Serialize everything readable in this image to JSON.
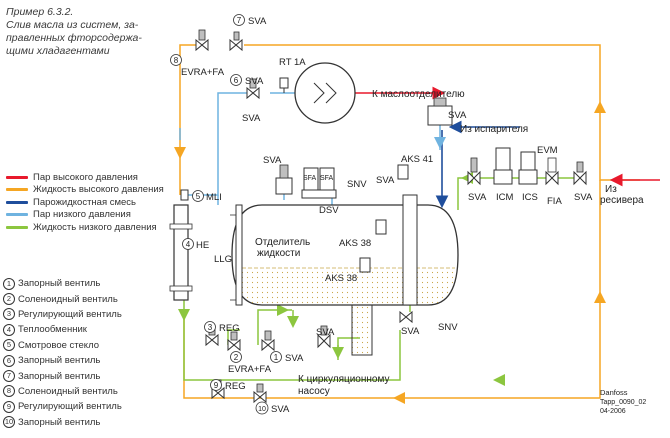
{
  "caption": {
    "line1": "Пример 6.3.2.",
    "line2": "Слив масла из систем, за-",
    "line3": "правленных фторсодержа-",
    "line4": "щими хладагентами"
  },
  "legend": [
    {
      "label": "Пар высокого давления",
      "color": "#e8192c"
    },
    {
      "label": "Жидкость высокого давления",
      "color": "#f5a623"
    },
    {
      "label": "Парожидкостная смесь",
      "color": "#1f4e9c"
    },
    {
      "label": "Пар низкого давления",
      "color": "#6fb3e0"
    },
    {
      "label": "Жидкость низкого давления",
      "color": "#8cc63f"
    }
  ],
  "parts": [
    {
      "num": "1",
      "label": "Запорный вентиль"
    },
    {
      "num": "2",
      "label": "Соленоидный вентиль"
    },
    {
      "num": "3",
      "label": "Регулирующий вентиль"
    },
    {
      "num": "4",
      "label": "Теплообменник"
    },
    {
      "num": "5",
      "label": "Смотровое стекло"
    },
    {
      "num": "6",
      "label": "Запорный вентиль"
    },
    {
      "num": "7",
      "label": "Запорный вентиль"
    },
    {
      "num": "8",
      "label": "Соленоидный вентиль"
    },
    {
      "num": "9",
      "label": "Регулирующий вентиль"
    },
    {
      "num": "10",
      "label": "Запорный вентиль"
    }
  ],
  "labels": {
    "svg": "SVA",
    "evra_fa": "EVRA+FA",
    "rt": "RT 1A",
    "to_separator": "К маслоотделителю",
    "from_evaporator": "Из испарителя",
    "evm": "EVM",
    "icm": "ICM",
    "ics": "ICS",
    "fia": "FIA",
    "from_receiver_1": "Из",
    "from_receiver_2": "ресивера",
    "aks41": "AKS 41",
    "aks38": "AKS 38",
    "sfa": "SFA",
    "snv": "SNV",
    "dsv": "DSV",
    "mli": "MLI",
    "he": "HE",
    "llg": "LLG",
    "sep_1": "Отделитель",
    "sep_2": "жидкости",
    "reg": "REG",
    "to_pump_1": "К циркуляционному",
    "to_pump_2": "насосу",
    "n1": "1",
    "n2": "2",
    "n3": "3",
    "n4": "4",
    "n5": "5",
    "n6": "6",
    "n7": "7",
    "n8": "8",
    "n9": "9",
    "n10": "10",
    "brand": "Danfoss",
    "code": "Tapp_0090_02",
    "date": "04-2006"
  },
  "colors": {
    "hp_vapor": "#e8192c",
    "hp_liquid": "#f5a623",
    "mixture": "#1f4e9c",
    "lp_vapor": "#6fb3e0",
    "lp_liquid": "#8cc63f",
    "outline": "#333333"
  }
}
